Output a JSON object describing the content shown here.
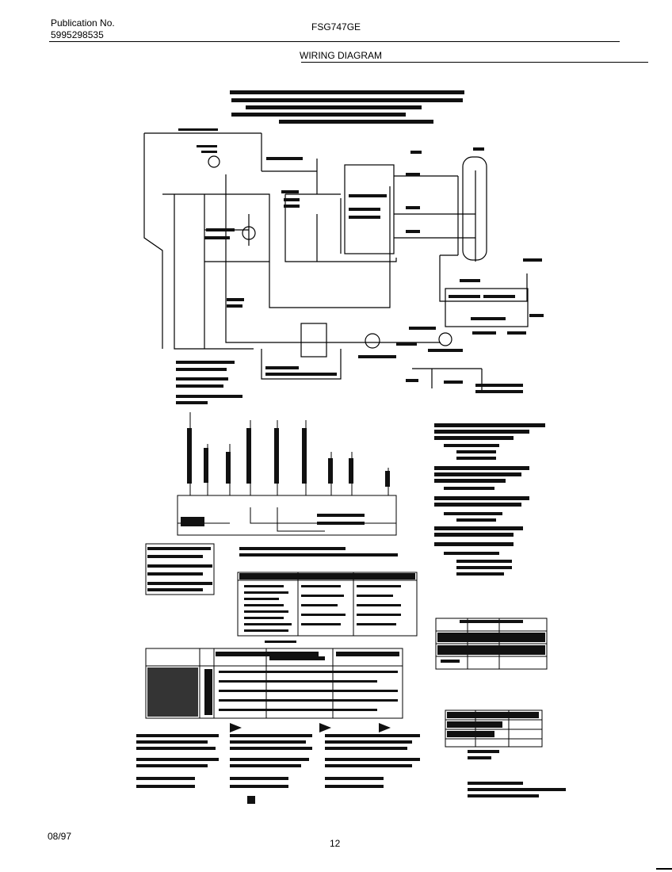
{
  "header": {
    "publication_label": "Publication No.",
    "publication_number": "5995298535",
    "model": "FSG747GE"
  },
  "section_title": "WIRING DIAGRAM",
  "footer": {
    "date": "08/97",
    "page_number": "12"
  }
}
